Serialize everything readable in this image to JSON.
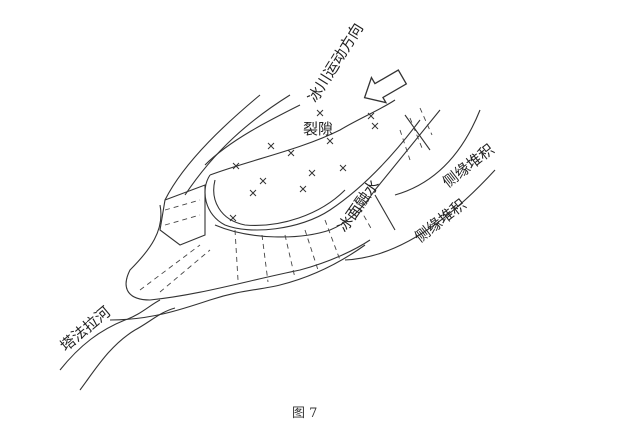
{
  "figure": {
    "caption": "图 7",
    "labels": {
      "glacier_direction": "冰川运动方向",
      "crevasse": "裂隙",
      "surface_meltwater": "冰面融水",
      "lateral_deposit_upper": "侧缘堆积",
      "lateral_deposit_lower": "侧缘堆积",
      "river": "塔法拉河"
    },
    "icons": {
      "direction_arrow": "hollow-arrow-down-left"
    },
    "colors": {
      "line": "#333333",
      "background": "#ffffff"
    }
  }
}
